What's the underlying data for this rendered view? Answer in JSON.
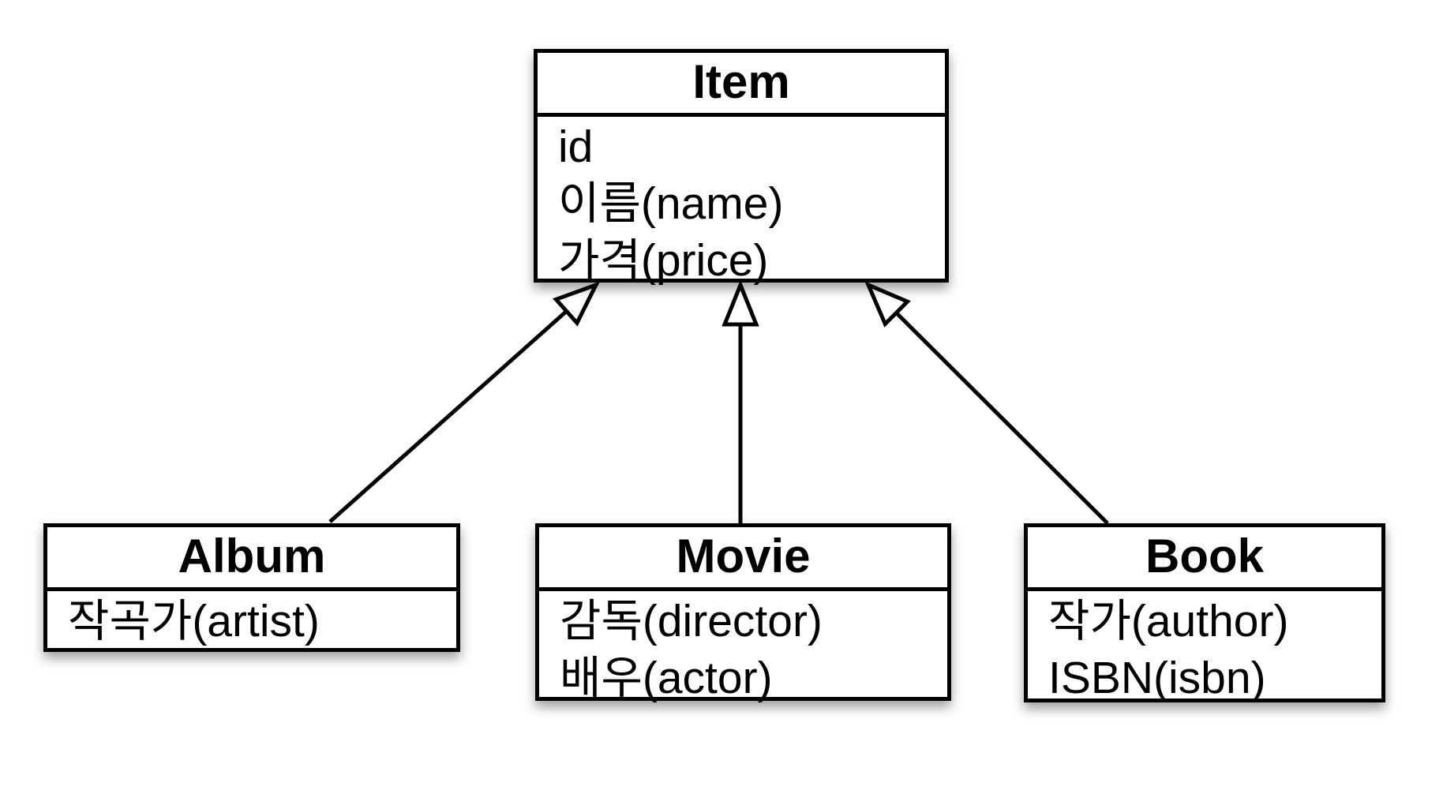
{
  "diagram": {
    "type": "uml-class-diagram",
    "colors": {
      "background": "#ffffff",
      "box_fill": "#ffffff",
      "line": "#000000",
      "text": "#000000"
    },
    "classes": [
      {
        "title": "Item",
        "attributes": [
          "id",
          "이름(name)",
          "가격(price)"
        ]
      },
      {
        "title": "Album",
        "attributes": [
          "작곡가(artist)"
        ]
      },
      {
        "title": "Movie",
        "attributes": [
          "감독(director)",
          "배우(actor)"
        ]
      },
      {
        "title": "Book",
        "attributes": [
          "작가(author)",
          "ISBN(isbn)"
        ]
      }
    ],
    "relations": [
      {
        "from": "Album",
        "to": "Item",
        "type": "generalization"
      },
      {
        "from": "Movie",
        "to": "Item",
        "type": "generalization"
      },
      {
        "from": "Book",
        "to": "Item",
        "type": "generalization"
      }
    ]
  }
}
